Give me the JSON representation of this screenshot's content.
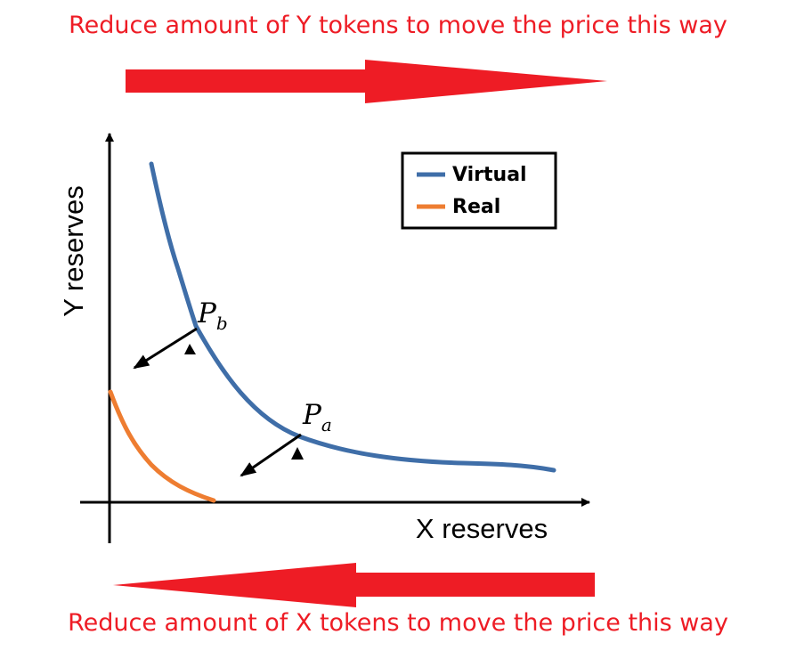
{
  "captions": {
    "top": "Reduce amount of Y tokens to move the price this way",
    "bottom": "Reduce amount of X tokens to move the price this way"
  },
  "axes": {
    "x_label": "X reserves",
    "y_label": "Y reserves"
  },
  "legend": {
    "items": [
      {
        "label": "Virtual",
        "color": "#3f6ea8"
      },
      {
        "label": "Real",
        "color": "#ee7d31"
      }
    ]
  },
  "points": [
    {
      "symbol": "P",
      "subscript": "b"
    },
    {
      "symbol": "P",
      "subscript": "a"
    }
  ],
  "colors": {
    "caption": "#ee1c25",
    "arrow": "#ee1c25",
    "virtual_curve": "#3f6ea8",
    "real_curve": "#ee7d31",
    "axis": "#000000"
  }
}
